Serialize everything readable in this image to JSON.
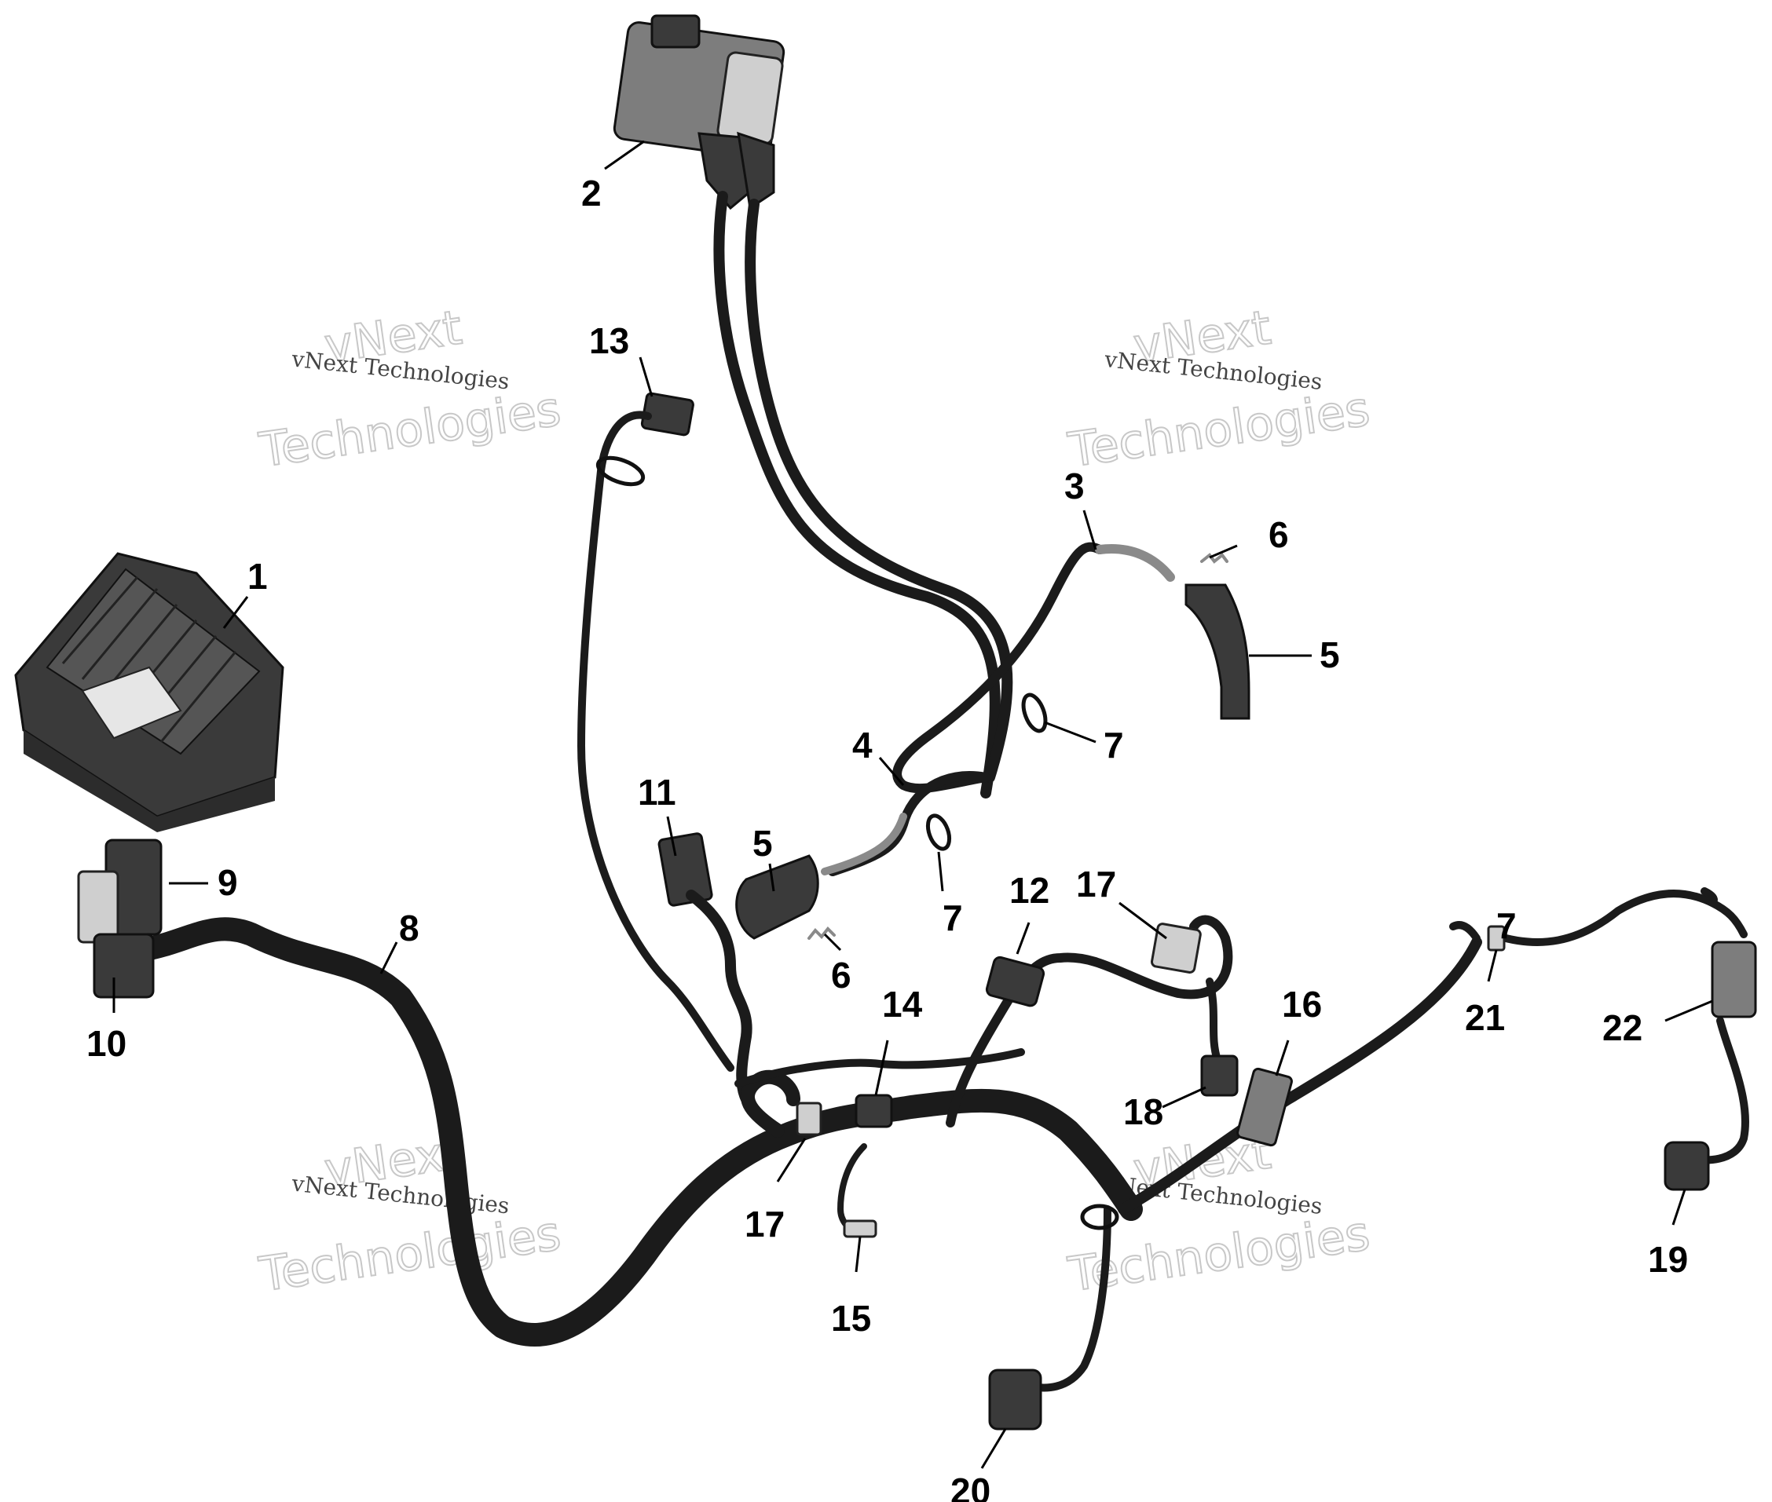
{
  "watermark": {
    "brand": "vNext",
    "line": "Technologies",
    "small": "vNext Technologies"
  },
  "callouts": [
    {
      "id": "1",
      "label": "1"
    },
    {
      "id": "2",
      "label": "2"
    },
    {
      "id": "3",
      "label": "3"
    },
    {
      "id": "4",
      "label": "4"
    },
    {
      "id": "5a",
      "label": "5"
    },
    {
      "id": "5b",
      "label": "5"
    },
    {
      "id": "6a",
      "label": "6"
    },
    {
      "id": "6b",
      "label": "6"
    },
    {
      "id": "7a",
      "label": "7"
    },
    {
      "id": "7b",
      "label": "7"
    },
    {
      "id": "7c",
      "label": "7"
    },
    {
      "id": "8",
      "label": "8"
    },
    {
      "id": "9",
      "label": "9"
    },
    {
      "id": "10",
      "label": "10"
    },
    {
      "id": "11",
      "label": "11"
    },
    {
      "id": "12",
      "label": "12"
    },
    {
      "id": "13",
      "label": "13"
    },
    {
      "id": "14",
      "label": "14"
    },
    {
      "id": "15",
      "label": "15"
    },
    {
      "id": "16",
      "label": "16"
    },
    {
      "id": "17a",
      "label": "17"
    },
    {
      "id": "17b",
      "label": "17"
    },
    {
      "id": "18",
      "label": "18"
    },
    {
      "id": "19",
      "label": "19"
    },
    {
      "id": "20",
      "label": "20"
    },
    {
      "id": "21",
      "label": "21"
    },
    {
      "id": "22",
      "label": "22"
    }
  ]
}
